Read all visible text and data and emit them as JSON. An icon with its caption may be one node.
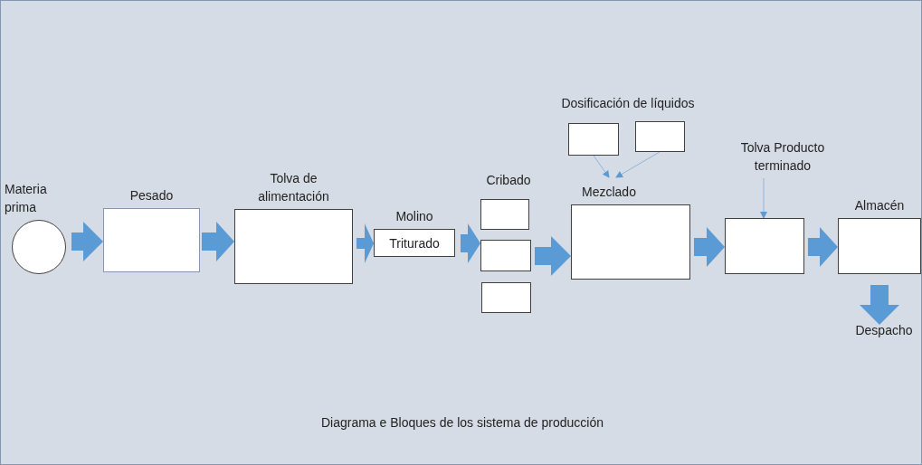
{
  "diagram": {
    "caption": "Diagrama e Bloques de los sistema de producción",
    "nodes": [
      {
        "text": [
          "Materia prima"
        ]
      },
      {
        "text": [
          "Pesado"
        ]
      },
      {
        "text": [
          "Tolva de alimentación"
        ]
      },
      {
        "text": [
          "Molino",
          "Triturado"
        ]
      },
      {
        "text": [],
        "shape": "box"
      },
      {
        "text": [],
        "shape": "box"
      },
      {
        "text": [],
        "shape": "box"
      },
      {
        "text": [],
        "shape": "box"
      },
      {
        "text": [],
        "shape": "box"
      },
      {
        "text": [
          "Mezclado"
        ]
      },
      {
        "text": [
          "Tolva Producto terminado"
        ]
      },
      {
        "text": [],
        "shape": "box"
      },
      {
        "text": [
          "Almacén"
        ]
      },
      {
        "text": [
          "Despacho"
        ]
      }
    ],
    "edges": [
      {
        "from": 0,
        "to": 1,
        "arrow": "to"
      },
      {
        "from": 1,
        "to": 2,
        "arrow": "to"
      },
      {
        "from": 2,
        "to": 3,
        "arrow": "to"
      },
      {
        "from": 3,
        "to": 5,
        "arrow": "to"
      },
      {
        "from": 5,
        "to": 9,
        "arrow": "to"
      },
      {
        "from": 7,
        "to": 9,
        "arrow": "to",
        "color": "#8fb4de"
      },
      {
        "from": 8,
        "to": 9,
        "arrow": "to",
        "color": "#8fb4de"
      },
      {
        "from": 9,
        "to": 11,
        "arrow": "to"
      },
      {
        "from": 10,
        "to": 11,
        "arrow": "to",
        "color": "#8fb4de"
      },
      {
        "from": 11,
        "to": 12,
        "arrow": "to"
      },
      {
        "from": 12,
        "to": 13,
        "arrow": "to"
      }
    ],
    "labels": [
      "Cribado",
      "Dosificación de líquidos"
    ]
  }
}
